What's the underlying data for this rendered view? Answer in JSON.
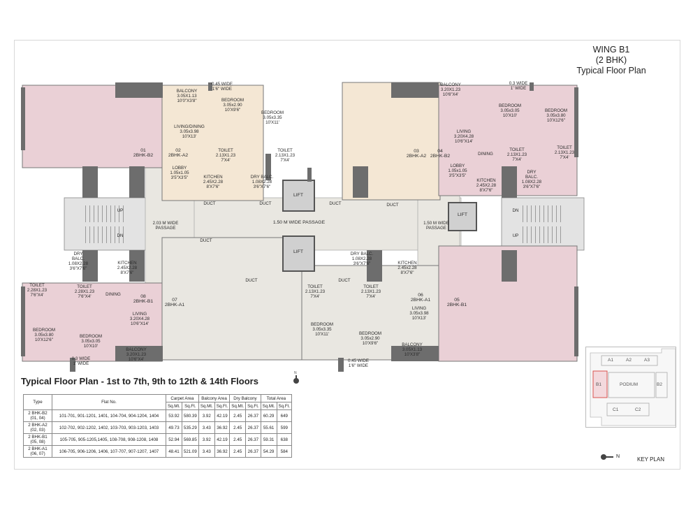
{
  "header": {
    "wing": "WING B1",
    "type": "(2 BHK)",
    "subtitle": "Typical Floor Plan"
  },
  "colors": {
    "pink": "#ead0d6",
    "beige": "#f4e7d4",
    "grey": "#e9e7e1",
    "core": "#cfcfcf",
    "wall": "#6d6d6d"
  },
  "plan_labels": {
    "balcony_02": "BALCONY\n3.05X1.13\n10'0\"X3'8\"",
    "wide_045_top": "0.45 WIDE\n1'6\" WIDE",
    "bedroom_02a": "BEDROOM\n3.05x2.90\n10'X9'6\"",
    "bedroom_02b": "BEDROOM\n3.05x3.35\n10'X11'",
    "living_02": "LIVING/DINING\n3.05x3.98\n10'X13'",
    "flat_01": "01\n2BHK-B2",
    "flat_02": "02\n2BHK-A2",
    "toilet_02a": "TOILET\n2.13X1.23\n7'X4'",
    "toilet_02b": "TOILET\n2.13X1.23\n7'X4'",
    "lobby_02": "LOBBY\n1.05x1.05\n3'5\"X3'5\"",
    "kitchen_02": "KITCHEN\n2.45X2.28\n8'X7'6\"",
    "drybalc_02": "DRY BALC.\n1.08X2.28\n3'6\"X7'6\"",
    "balcony_04": "BALCONY\n3.20X1.23\n10'6\"X4'",
    "wide_03_top": "0.3 WIDE\n1' WIDE",
    "bedroom_04a": "BEDROOM\n3.05x3.05\n10'X10'",
    "bedroom_04b": "BEDROOM\n3.05x3.80\n10'X12'6\"",
    "living_04": "LIVING\n3.20X4.28\n10'6\"X14'",
    "dining_04": "DINING",
    "toilet_04a": "TOILET\n2.13X1.23\n7'X4'",
    "toilet_04b": "TOILET\n2.13X1.23\n7'X4'",
    "flat_03": "03\n2BHK-A2",
    "flat_04": "04\n2BHK-B2",
    "lobby_04": "LOBBY\n1.05x1.05\n3'5\"X3'5\"",
    "drybalc_04": "DRY\nBALC.\n1.08X2.28\n3'6\"X7'6\"",
    "kitchen_04": "KITCHEN\n2.45X2.28\n8'X7'6\"",
    "duct_1": "DUCT",
    "duct_2": "DUCT",
    "duct_3": "DUCT",
    "duct_4": "DUCT",
    "duct_5": "DUCT",
    "duct_6": "DUCT",
    "duct_7": "DUCT",
    "lift_1": "LIFT",
    "lift_2": "LIFT",
    "lift_3": "LIFT",
    "up_left": "UP",
    "dn_left": "DN",
    "dn_right": "DN",
    "up_right": "UP",
    "passage_left": "2.03 M WIDE\nPASSAGE",
    "passage_center": "1.50 M WIDE PASSAGE",
    "passage_right": "1.50 M WIDE\nPASSAGE",
    "drybalc_08": "DRY\nBALC.\n1.08X2.28\n3'6\"X7'6\"",
    "kitchen_08": "KITCHEN\n2.45X2.28\n8'X7'6\"",
    "drybalc_06": "DRY BALC.\n1.08X2.28\n3'6\"X7'6\"",
    "kitchen_06": "KITCHEN\n2.45x2.28\n8'X7'6\"",
    "toilet_08a": "TOILET\n2.28X1.23\n7'6\"X4'",
    "toilet_08b": "TOILET\n2.28X1.23\n7'6\"X4'",
    "dining_08": "DINING",
    "flat_08": "08\n2BHK-B1",
    "flat_07": "07\n2BHK-A1",
    "toilet_06a": "TOILET\n2.13X1.23\n7'X4'",
    "toilet_06b": "TOILET\n2.13X1.23\n7'X4'",
    "flat_06": "06\n2BHK-A1",
    "flat_05": "05\n2BHK-B1",
    "living_08": "LIVING\n3.20X4.28\n10'6\"X14'",
    "living_06": "LIVING\n3.05x3.98\n10'X13'",
    "bedroom_08a": "BEDROOM\n3.05x3.80\n10'X12'6\"",
    "bedroom_08b": "BEDROOM\n3.05x3.05\n10'X10'",
    "bedroom_06a": "BEDROOM\n3.05x3.35\n10'X11'",
    "bedroom_06b": "BEDROOM\n3.05x2.90\n10'X9'6\"",
    "balcony_08": "BALCONY\n3.20X1.23\n10'6\"X4'",
    "balcony_06": "BALCONY\n3.05X1.13\n10'X3'8\"",
    "wide_03_bottom": "0.3 WIDE\n1' WIDE",
    "wide_045_bottom": "0.45 WIDE\n1'6\" WIDE"
  },
  "table": {
    "title": "Typical Floor Plan - 1st to 7th, 9th to 12th & 14th Floors",
    "headers": {
      "type": "Type",
      "flat_no": "Flat No.",
      "carpet": "Carpet Area",
      "balcony": "Balcony Area",
      "dry": "Dry Balcony",
      "total": "Total Area"
    },
    "units": [
      "Sq.Mt.",
      "Sq.Ft.",
      "Sq.Mt.",
      "Sq.Ft.",
      "Sq.Mt.",
      "Sq.Ft.",
      "Sq.Mt.",
      "Sq.Ft."
    ],
    "rows": [
      {
        "type": "2 BHK-B2\n(01, 04)",
        "flats": "101-701, 901-1201, 1401, 104-704, 904-1204, 1404",
        "vals": [
          "53.92",
          "580.39",
          "3.92",
          "42.19",
          "2.45",
          "26.37",
          "60.29",
          "649"
        ]
      },
      {
        "type": "2 BHK-A2\n(02, 03)",
        "flats": "102-702, 902-1202, 1402, 103-703, 903-1203, 1403",
        "vals": [
          "49.73",
          "535.29",
          "3.43",
          "36.92",
          "2.45",
          "26.37",
          "55.61",
          "599"
        ]
      },
      {
        "type": "2 BHK-B1\n(05, 08)",
        "flats": "105-705, 905-1205,1405, 108-708, 908-1208, 1408",
        "vals": [
          "52.94",
          "569.85",
          "3.92",
          "42.19",
          "2.45",
          "26.37",
          "59.31",
          "638"
        ]
      },
      {
        "type": "2 BHK-A1\n(06, 07)",
        "flats": "106-705, 906-1206, 1406, 107-707, 907-1207, 1407",
        "vals": [
          "48.41",
          "521.09",
          "3.43",
          "36.92",
          "2.45",
          "26.37",
          "54.29",
          "584"
        ]
      }
    ]
  },
  "keyplan": {
    "title": "KEY PLAN",
    "north": "N",
    "blocks": {
      "a1": "A1",
      "a2": "A2",
      "a3": "A3",
      "b1": "B1",
      "podium": "PODIUM",
      "b2": "B2",
      "c1": "C1",
      "c2": "C2"
    }
  },
  "north_table": "N"
}
